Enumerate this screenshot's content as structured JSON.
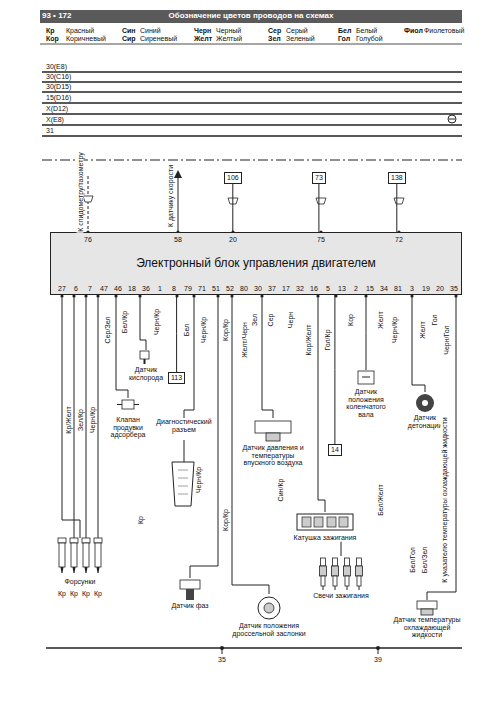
{
  "diagram": {
    "title": "Обозначение цветов проводов на схемах",
    "nodes": [
      {
        "text": [
          "Электронный блок управления двигателем"
        ]
      },
      {
        "text": [
          "Форсунки"
        ]
      },
      {
        "text": [
          "Клапан продувки адсорбера"
        ]
      },
      {
        "text": [
          "Датчик кислорода"
        ]
      },
      {
        "text": [
          "113"
        ]
      },
      {
        "text": [
          "Диагностический разъем"
        ]
      },
      {
        "text": [
          "Датчик фаз"
        ]
      },
      {
        "text": [
          "Датчик давления и температуры впускного воздуха"
        ]
      },
      {
        "text": [
          "Датчик положения дроссельной заслонки"
        ]
      },
      {
        "text": [
          "14"
        ]
      },
      {
        "text": [
          "Катушка зажигания"
        ]
      },
      {
        "text": [
          "Свечи зажигания"
        ]
      },
      {
        "text": [
          "Датчик положения коленчатого вала"
        ]
      },
      {
        "text": [
          "Датчик детонации"
        ]
      },
      {
        "text": [
          "Датчик температуры охлаждающей жидкости"
        ]
      },
      {
        "text": [
          "106"
        ]
      },
      {
        "text": [
          "73"
        ]
      },
      {
        "text": [
          "138"
        ]
      }
    ],
    "edges": [
      {
        "from": 0,
        "to": 1,
        "arrow": "none"
      },
      {
        "from": 0,
        "to": 2,
        "arrow": "none"
      },
      {
        "from": 0,
        "to": 3,
        "arrow": "none"
      },
      {
        "from": 0,
        "to": 4,
        "arrow": "none"
      },
      {
        "from": 0,
        "to": 5,
        "arrow": "none"
      },
      {
        "from": 0,
        "to": 6,
        "arrow": "none"
      },
      {
        "from": 0,
        "to": 7,
        "arrow": "none"
      },
      {
        "from": 0,
        "to": 8,
        "arrow": "none"
      },
      {
        "from": 0,
        "to": 9,
        "arrow": "none"
      },
      {
        "from": 0,
        "to": 10,
        "arrow": "none"
      },
      {
        "from": 10,
        "to": 11,
        "arrow": "none"
      },
      {
        "from": 0,
        "to": 12,
        "arrow": "none"
      },
      {
        "from": 0,
        "to": 13,
        "arrow": "none"
      },
      {
        "from": 0,
        "to": 14,
        "arrow": "none"
      },
      {
        "from": 0,
        "to": 15,
        "arrow": "none"
      },
      {
        "from": 0,
        "to": 16,
        "arrow": "none"
      },
      {
        "from": 0,
        "to": 17,
        "arrow": "none"
      }
    ],
    "labels": [
      "93 • 172",
      "Кр",
      "Кор",
      "Красный",
      "Коричневый",
      "Син",
      "Сир",
      "Синий",
      "Сиреневый",
      "Черн",
      "Желт",
      "Черный",
      "Желтый",
      "Сер",
      "Зел",
      "Серый",
      "Зеленый",
      "Бел",
      "Гол",
      "Белый",
      "Голубой",
      "Фиол",
      "Фиолетовый",
      "30(E8)",
      "30(C16)",
      "30(D15)",
      "15(D16)",
      "X(D12)",
      "X(E8)",
      "31",
      "К спидометру/тахометру",
      "К датчику скорости",
      "76",
      "58",
      "20",
      "75",
      "72",
      "27",
      "6",
      "7",
      "47",
      "46",
      "18",
      "36",
      "1",
      "8",
      "79",
      "71",
      "51",
      "52",
      "80",
      "30",
      "37",
      "17",
      "32",
      "16",
      "5",
      "13",
      "2",
      "15",
      "34",
      "81",
      "3",
      "19",
      "20",
      "35",
      "Кр/Желт",
      "Зел/Кр",
      "Черн/Кр",
      "Сер/Зел",
      "Бел/Кр",
      "Черн/Кр",
      "Бел",
      "Черн/Кр",
      "Кор/Кр",
      "Желт/Черн",
      "Зел",
      "Сер",
      "Черн",
      "Кор/Желт",
      "Гол/Кр",
      "Кор",
      "Желт",
      "Черн/Кр",
      "Желт",
      "Гол",
      "Черн/Гол",
      "Син/Кр",
      "Кор/Кр",
      "Черн/Кр",
      "Бел/Желт",
      "Бел/Гол",
      "Бел/Зел",
      "К указателю температуры охлаждающей жидкости",
      "Кр",
      "Кр",
      "Кр",
      "Кр",
      "Кр",
      "35",
      "39"
    ]
  }
}
